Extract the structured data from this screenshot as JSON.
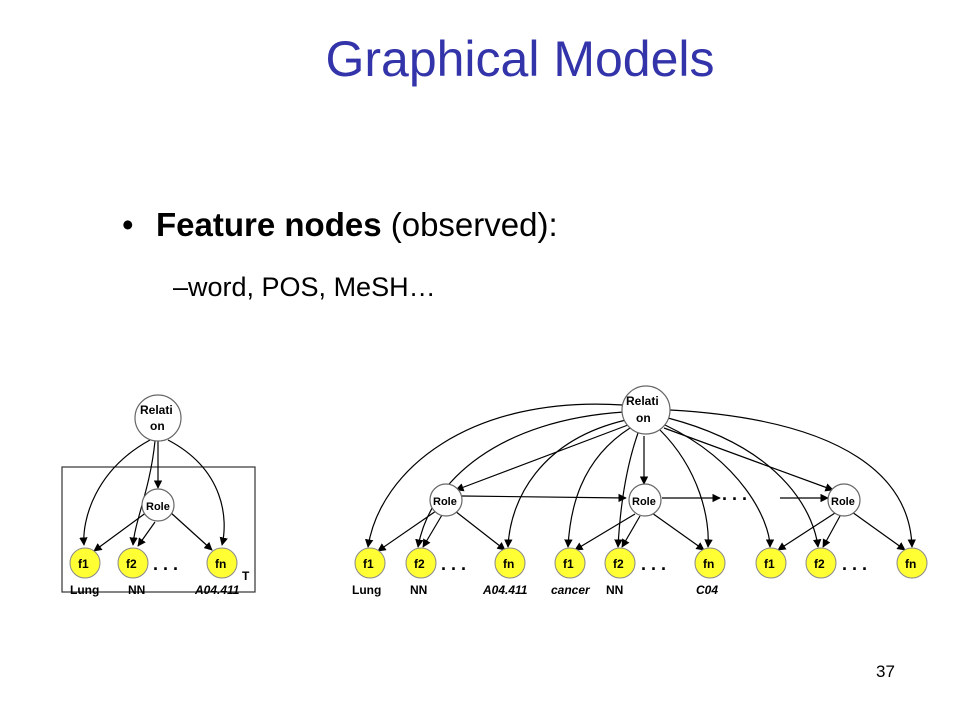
{
  "slide": {
    "title": "Graphical Models",
    "bullet_bold": "Feature nodes",
    "bullet_rest": " (observed):",
    "subbullet": "–word, POS, MeSH…",
    "page_number": "37"
  },
  "diagram_left": {
    "relation_label_line1": "Relati",
    "relation_label_line2": "on",
    "role_label": "Role",
    "features": [
      "f1",
      "f2",
      "fn"
    ],
    "words": [
      "Lung",
      "NN",
      "A04.411"
    ],
    "plate_label": "T",
    "ellipsis": ". . ."
  },
  "diagram_right": {
    "relation_label_line1": "Relati",
    "relation_label_line2": "on",
    "role_labels": [
      "Role",
      "Role",
      "Role"
    ],
    "feature_groups": [
      [
        "f1",
        "f2",
        "fn"
      ],
      [
        "f1",
        "f2",
        "fn"
      ],
      [
        "f1",
        "f2",
        "fn"
      ]
    ],
    "words": [
      "Lung",
      "NN",
      "A04.411",
      "cancer",
      "NN",
      "C04"
    ],
    "ellipsis": ". . ."
  }
}
